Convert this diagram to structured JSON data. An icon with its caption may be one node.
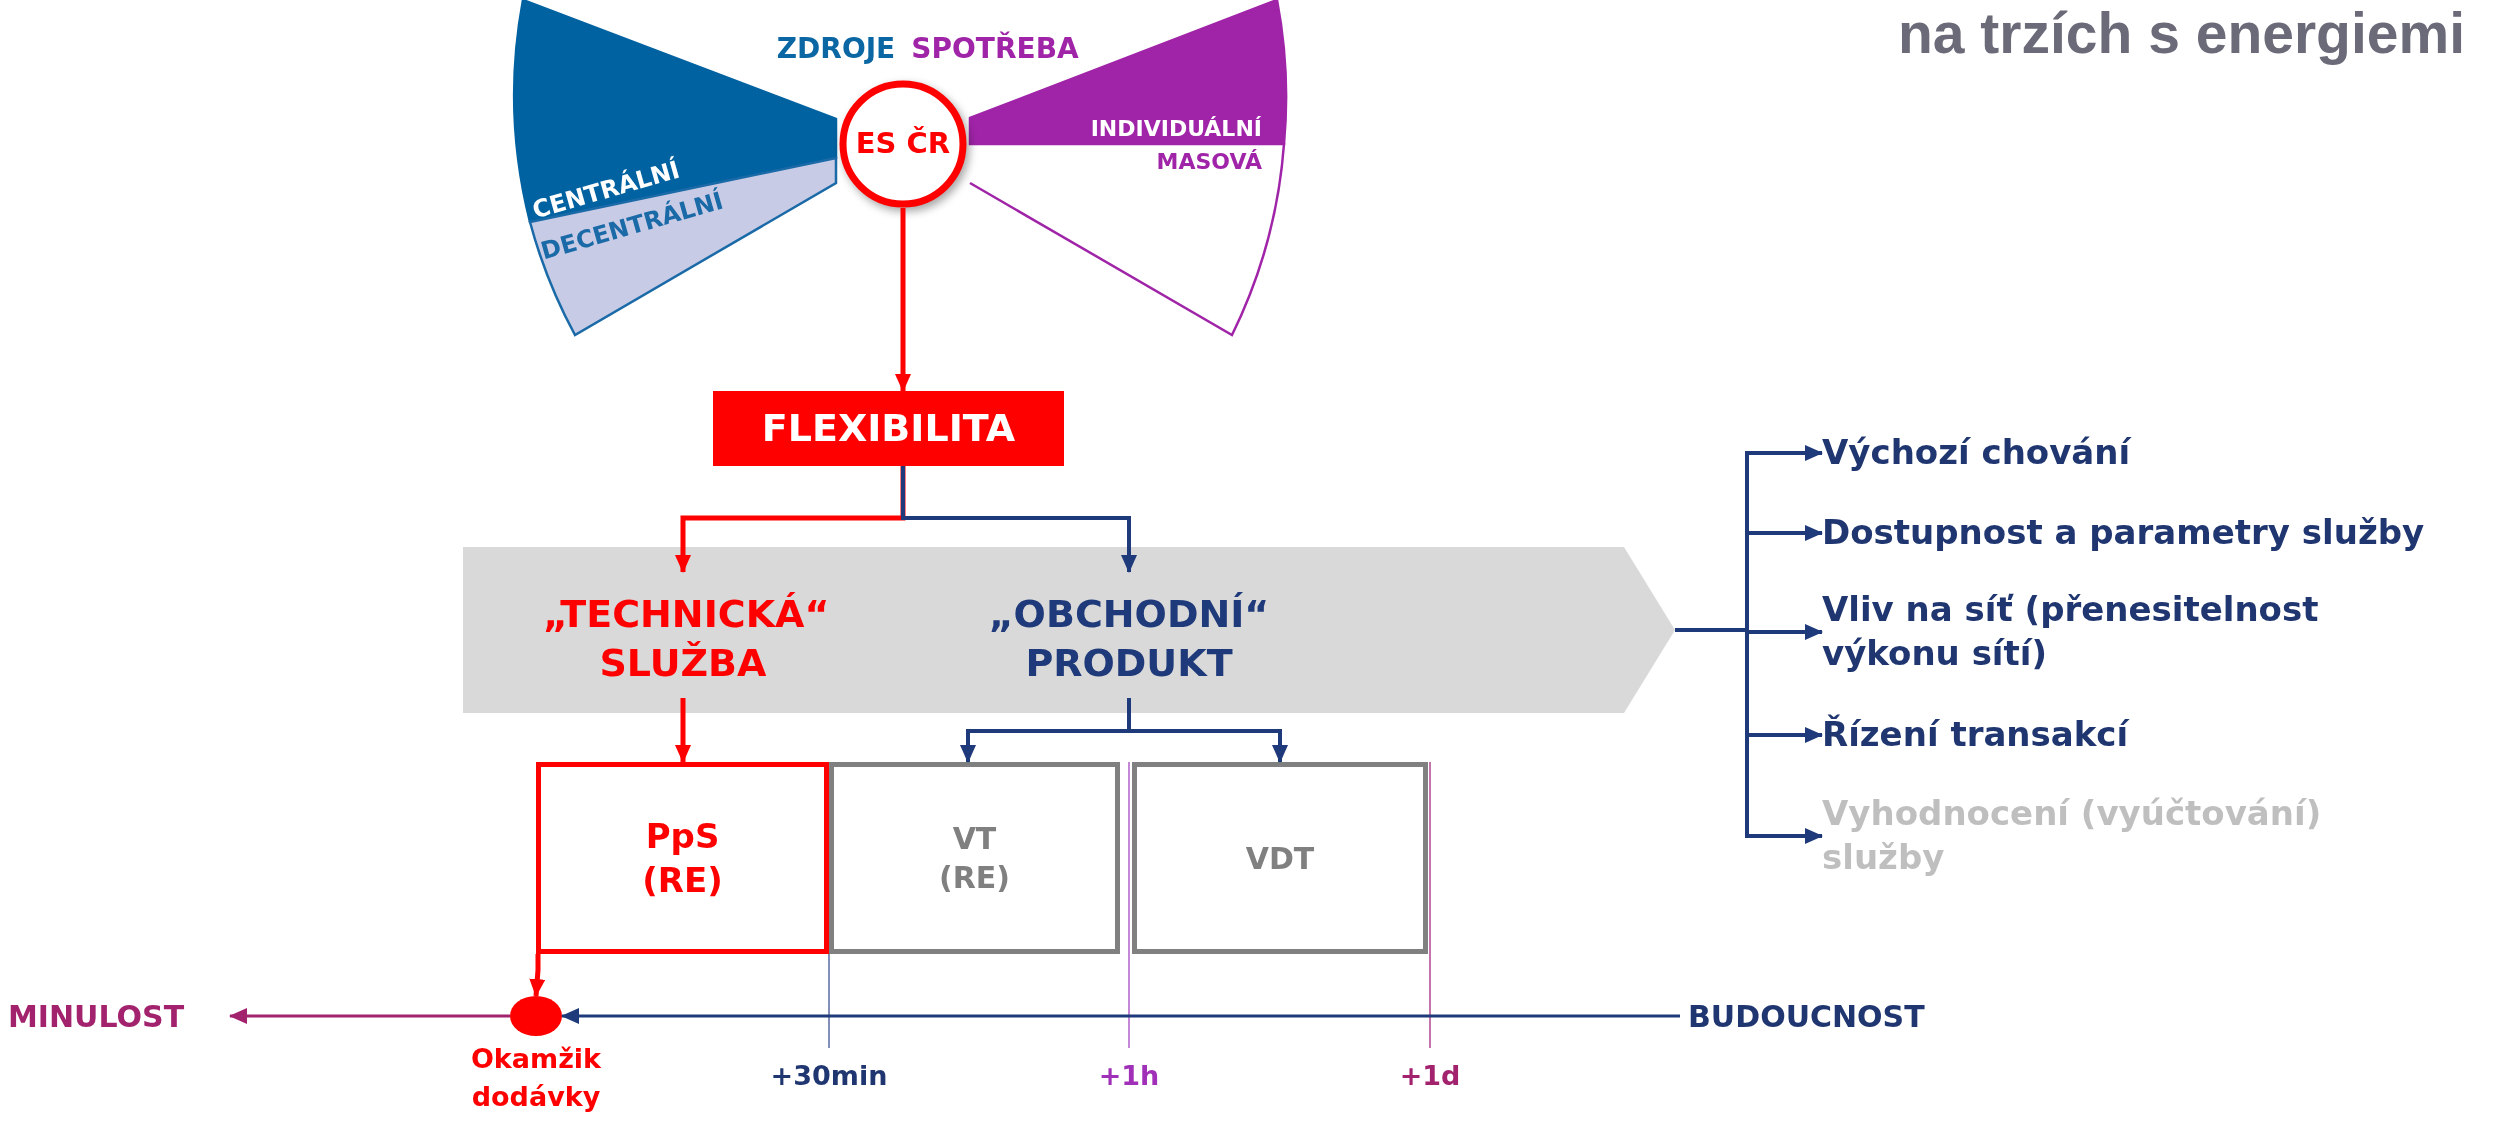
{
  "diagram": {
    "title": "na trzích s energiemi",
    "nodes": [
      {
        "text": [
          "ES ČR"
        ]
      },
      {
        "text": [
          "FLEXIBILITA"
        ]
      },
      {
        "text": [],
        "shape": "chevron"
      },
      {
        "text": [
          "„TECHNICKÁ“ SLUŽBA"
        ],
        "in": 2
      },
      {
        "text": [
          "„OBCHODNÍ“ PRODUKT"
        ],
        "in": 2
      },
      {
        "text": [
          "Výchozí chování"
        ]
      },
      {
        "text": [
          "Dostupnost a parametry služby"
        ]
      },
      {
        "text": [
          "Vliv na síť (přenesitelnost výkonu sítí)"
        ]
      },
      {
        "text": [
          "Řízení transakcí"
        ]
      },
      {
        "text": [
          "Vyhodnocení (vyúčtování) služby"
        ]
      },
      {
        "text": [
          "PpS (RE)"
        ]
      },
      {
        "text": [
          "VT (RE)"
        ]
      },
      {
        "text": [
          "VDT"
        ]
      },
      {
        "text": [],
        "shape": "circle",
        "beside": [
          "Okamžik dodávky"
        ]
      },
      {
        "text": [
          "MINULOST"
        ]
      },
      {
        "text": [
          "BUDOUCNOST"
        ]
      }
    ],
    "edges": [
      {
        "from": 0,
        "to": 1,
        "arrow": "to",
        "color": "#ff0000"
      },
      {
        "from": 1,
        "to": 3,
        "arrow": "to",
        "color": "#ff0000"
      },
      {
        "from": 1,
        "to": 4,
        "arrow": "to"
      },
      {
        "from": 2,
        "to": 5,
        "arrow": "to"
      },
      {
        "from": 2,
        "to": 6,
        "arrow": "to"
      },
      {
        "from": 2,
        "to": 7,
        "arrow": "to"
      },
      {
        "from": 2,
        "to": 8,
        "arrow": "to"
      },
      {
        "from": 2,
        "to": 9,
        "arrow": "to"
      },
      {
        "from": 3,
        "to": 10,
        "arrow": "to",
        "color": "#ff0000"
      },
      {
        "from": 4,
        "to": 11,
        "arrow": "to"
      },
      {
        "from": 4,
        "to": 12,
        "arrow": "to"
      },
      {
        "from": 10,
        "to": 13,
        "arrow": "to",
        "color": "#ff0000"
      },
      {
        "from": 13,
        "to": 14,
        "arrow": "to",
        "color": "#a2226e"
      },
      {
        "from": 15,
        "to": 13,
        "arrow": "to"
      }
    ],
    "labels": [
      "ZDROJE",
      "SPOTŘEBA",
      "CENTRÁLNÍ",
      "DECENTRÁLNÍ",
      "INDIVIDUÁLNÍ",
      "MASOVÁ",
      "+30min",
      "+1h",
      "+1d"
    ]
  }
}
